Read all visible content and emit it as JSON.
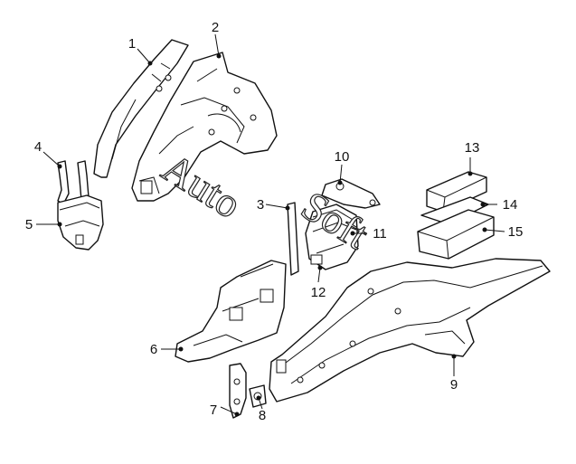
{
  "diagram": {
    "callouts": [
      {
        "label": "1",
        "part": "inner-wheelhouse-panel"
      },
      {
        "label": "2",
        "part": "wheelhouse-assembly"
      },
      {
        "label": "3",
        "part": "bracket"
      },
      {
        "label": "4",
        "part": "filler-neck-hose"
      },
      {
        "label": "5",
        "part": "washer-reservoir"
      },
      {
        "label": "6",
        "part": "apron-reinforcement"
      },
      {
        "label": "7",
        "part": "bracket-plate"
      },
      {
        "label": "8",
        "part": "small-plate"
      },
      {
        "label": "9",
        "part": "front-side-member"
      },
      {
        "label": "10",
        "part": "mount-bracket"
      },
      {
        "label": "11",
        "part": "battery-tray-support"
      },
      {
        "label": "12",
        "part": "support-bracket"
      },
      {
        "label": "13",
        "part": "box-cover"
      },
      {
        "label": "14",
        "part": "box-insert"
      },
      {
        "label": "15",
        "part": "box-lower"
      }
    ],
    "watermark": [
      "Auto",
      "Soft"
    ]
  }
}
